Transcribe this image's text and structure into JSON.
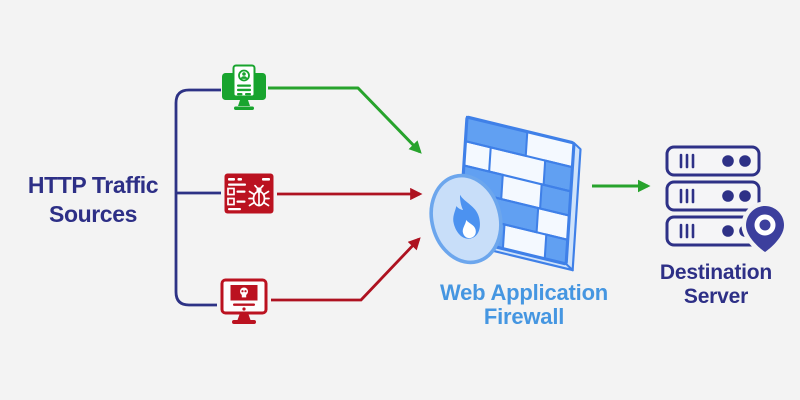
{
  "canvas": {
    "background": "#f3f3f3"
  },
  "labels": {
    "sources": {
      "line1": "HTTP Traffic",
      "line2": "Sources",
      "color": "#2d2f86"
    },
    "waf": {
      "line1": "Web Application",
      "line2": "Firewall",
      "color": "#4596e1"
    },
    "destination": {
      "line1": "Destination",
      "line2": "Server",
      "color": "#2d2f86"
    }
  },
  "icons": {
    "user_traffic": {
      "name": "user-browser-monitor-icon",
      "color": "#18a42e"
    },
    "bug_traffic": {
      "name": "bug-browser-icon",
      "color": "#bb1220"
    },
    "skull_traffic": {
      "name": "skull-monitor-icon",
      "color": "#bb1220"
    },
    "firewall": {
      "name": "brick-wall-flame-icon",
      "wall_stroke": "#3f80e8",
      "brick_fill": "#61a0f2",
      "brick_light": "#f4f9ff",
      "side_fill": "#cee2fa",
      "badge_fill": "#c8def9",
      "badge_stroke": "#6ca6ed",
      "flame_color": "#4c92f0",
      "flame_inner": "#ffffff"
    },
    "server": {
      "name": "server-stack-location-icon",
      "stroke": "#2e3187",
      "fill": "#f5f5f7",
      "pin_color": "#3c3f9d",
      "pin_halo": "#f3f3f3",
      "pin_ring": "#ffffff"
    }
  },
  "connectors": {
    "bracket_color": "#2d3285",
    "safe_arrow_color": "#27a32c",
    "threat_arrow_color": "#ae1220"
  }
}
